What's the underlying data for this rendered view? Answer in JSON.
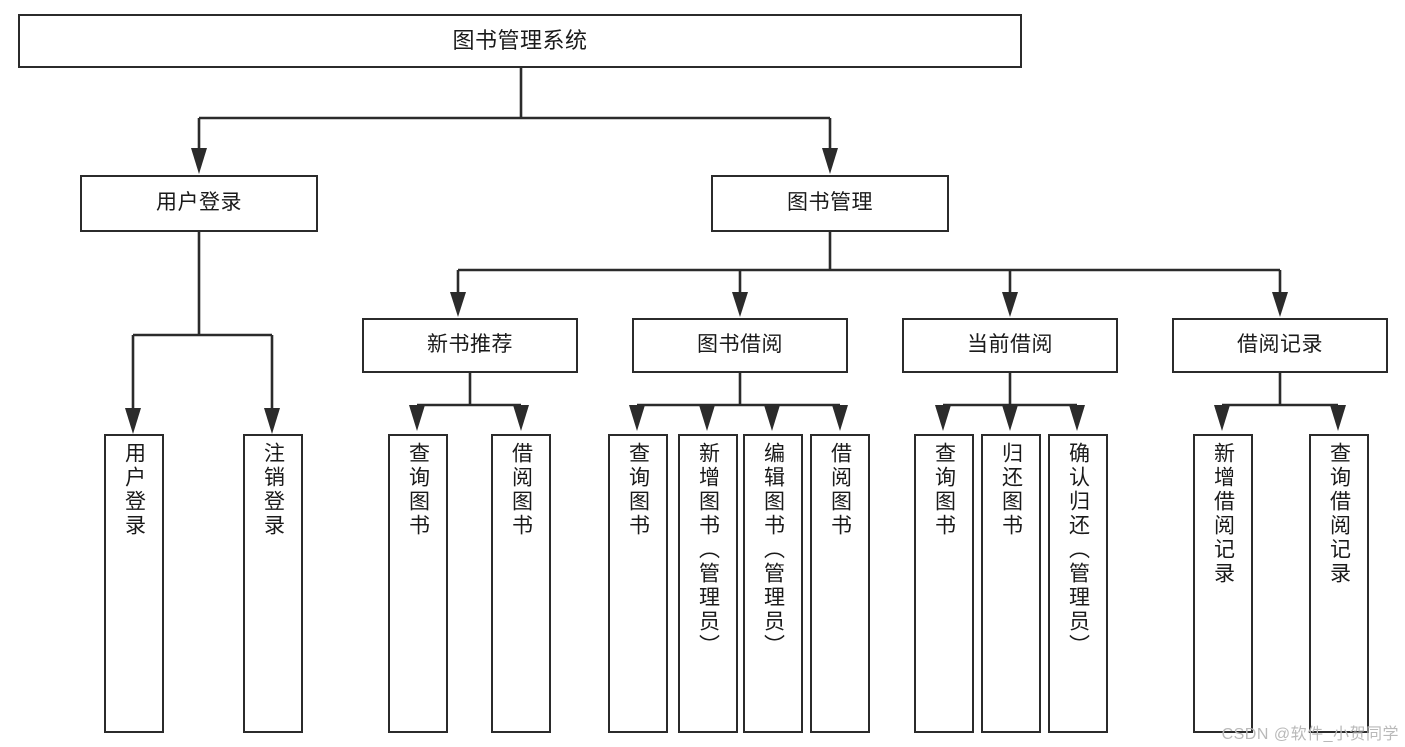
{
  "diagram": {
    "title": "图书管理系统",
    "type": "tree-hierarchy",
    "watermark": "CSDN @软件_小贺同学",
    "colors": {
      "stroke": "#2b2b2b",
      "fill": "#ffffff",
      "text": "#1a1a1a",
      "watermark": "#b9b9b9"
    },
    "nodes": {
      "root": {
        "label": "图书管理系统"
      },
      "level2": [
        {
          "id": "user-login",
          "label": "用户登录"
        },
        {
          "id": "book-manage",
          "label": "图书管理"
        }
      ],
      "level3": [
        {
          "id": "new-book-recommend",
          "label": "新书推荐"
        },
        {
          "id": "book-borrow",
          "label": "图书借阅"
        },
        {
          "id": "current-borrow",
          "label": "当前借阅"
        },
        {
          "id": "borrow-record",
          "label": "借阅记录"
        }
      ],
      "leaves": {
        "user_login": [
          {
            "id": "leaf-user-login",
            "label": "用户登录"
          },
          {
            "id": "leaf-user-logout",
            "label": "注销登录"
          }
        ],
        "new_book_recommend": [
          {
            "id": "leaf-query-book-1",
            "label": "查询图书"
          },
          {
            "id": "leaf-borrow-book-1",
            "label": "借阅图书"
          }
        ],
        "book_borrow": [
          {
            "id": "leaf-query-book-2",
            "label": "查询图书"
          },
          {
            "id": "leaf-add-book",
            "label": "新增图书（管理员）"
          },
          {
            "id": "leaf-edit-book",
            "label": "编辑图书（管理员）"
          },
          {
            "id": "leaf-borrow-book-2",
            "label": "借阅图书"
          }
        ],
        "current_borrow": [
          {
            "id": "leaf-query-book-3",
            "label": "查询图书"
          },
          {
            "id": "leaf-return-book",
            "label": "归还图书"
          },
          {
            "id": "leaf-confirm-return",
            "label": "确认归还（管理员）"
          }
        ],
        "borrow_record": [
          {
            "id": "leaf-add-record",
            "label": "新增借阅记录"
          },
          {
            "id": "leaf-query-record",
            "label": "查询借阅记录"
          }
        ]
      }
    }
  }
}
